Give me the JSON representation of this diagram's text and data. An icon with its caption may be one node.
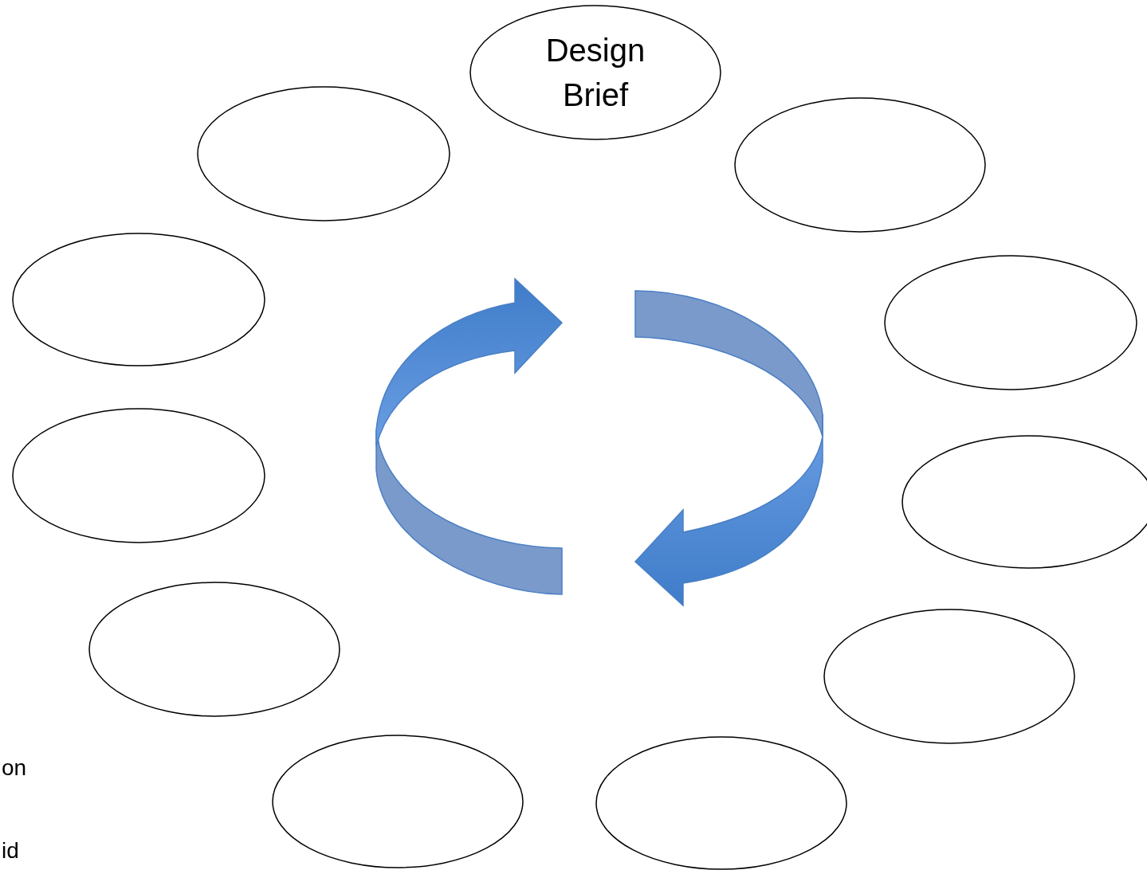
{
  "diagram": {
    "nodes": [
      {
        "text": [
          "Design Brief"
        ]
      },
      {
        "text": [],
        "shape": "ellipse"
      },
      {
        "text": [],
        "shape": "ellipse"
      },
      {
        "text": [],
        "shape": "ellipse"
      },
      {
        "text": [],
        "shape": "ellipse"
      },
      {
        "text": [],
        "shape": "ellipse"
      },
      {
        "text": [],
        "shape": "ellipse"
      },
      {
        "text": [],
        "shape": "ellipse"
      },
      {
        "text": [],
        "shape": "ellipse"
      },
      {
        "text": [],
        "shape": "ellipse"
      },
      {
        "text": [],
        "shape": "ellipse"
      }
    ],
    "labels": [
      "on",
      "id"
    ]
  }
}
